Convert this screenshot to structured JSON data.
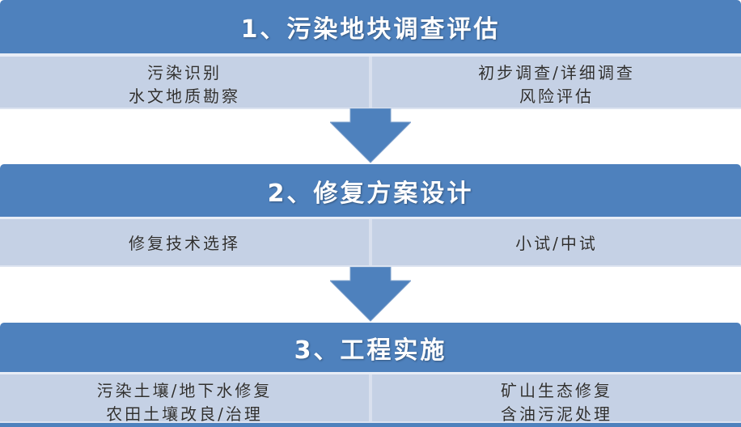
{
  "diagram": {
    "sections": [
      {
        "title": "1、污染地块调查评估",
        "left_items": [
          "污染识别",
          "水文地质勘察"
        ],
        "right_items": [
          "初步调查/详细调查",
          "风险评估"
        ]
      },
      {
        "title": "2、修复方案设计",
        "left_items": [
          "修复技术选择"
        ],
        "right_items": [
          "小试/中试"
        ]
      },
      {
        "title": "3、工程实施",
        "left_items": [
          "污染土壤/地下水修复",
          "农田土壤改良/治理"
        ],
        "right_items": [
          "矿山生态修复",
          "含油污泥处理"
        ]
      }
    ],
    "colors": {
      "header_bg": "#4E81BD",
      "header_text": "#FFFFFF",
      "cell_bg": "#C5D1E5",
      "cell_text": "#2F2F2F",
      "column_divider": "#D9E0EE",
      "separator_line": "#E8EDF6",
      "arrow_fill": "#4E81BD",
      "bottom_strip": "#4E81BD"
    }
  }
}
